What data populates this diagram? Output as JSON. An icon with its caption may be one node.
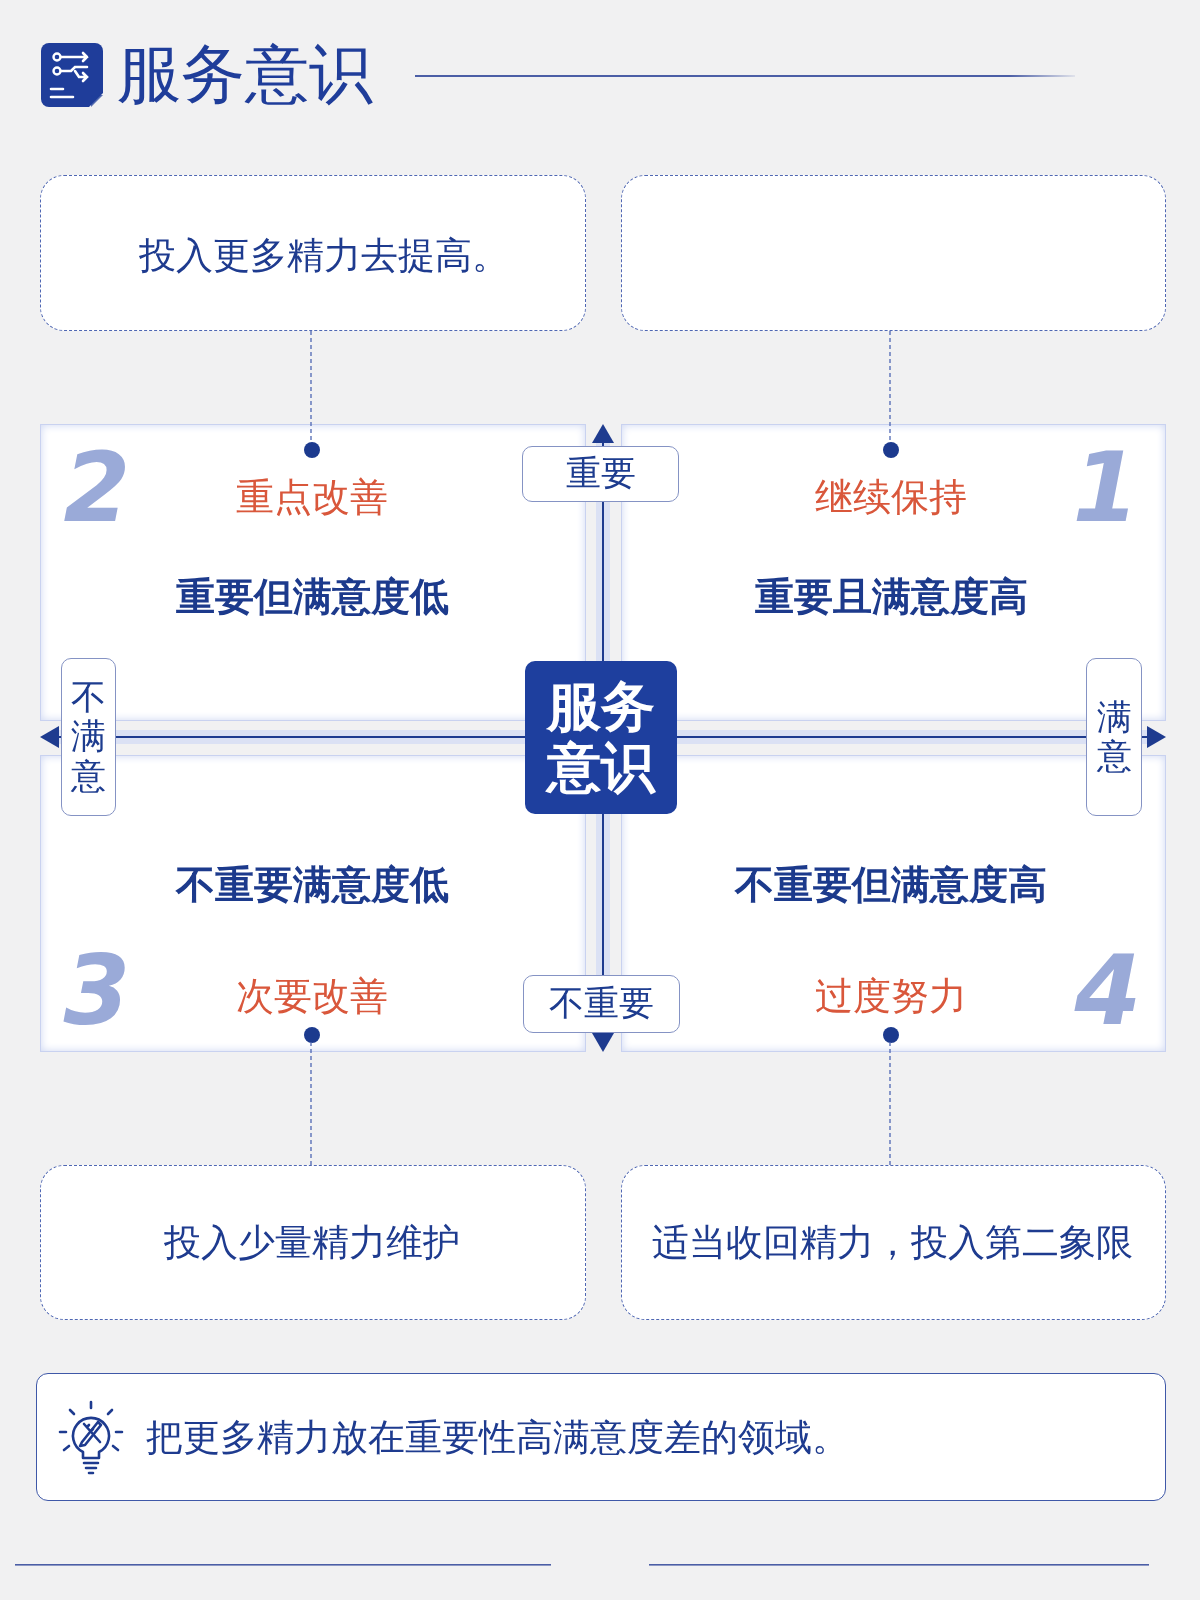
{
  "diagram": {
    "title": "服务意识",
    "nodes": [
      {
        "text": [
          "投入更多精力去提高。"
        ]
      },
      {
        "text": [],
        "shape": "box"
      },
      {
        "text": [
          "2",
          "重点改善",
          "重要但满意度低"
        ]
      },
      {
        "text": [],
        "shape": "circle",
        "in": 2
      },
      {
        "text": [
          "重要"
        ]
      },
      {
        "text": [
          "继续保持",
          "1",
          "重要且满意度高"
        ]
      },
      {
        "text": [],
        "shape": "circle",
        "in": 5
      },
      {
        "text": [
          "不满意"
        ]
      },
      {
        "text": [
          "服务意识"
        ]
      },
      {
        "text": [
          "满意"
        ]
      },
      {
        "text": [
          "不重要满意度低",
          "3",
          "次要改善"
        ]
      },
      {
        "text": [],
        "shape": "circle",
        "in": 10
      },
      {
        "text": [
          "不重要"
        ]
      },
      {
        "text": [
          "不重要但满意度高",
          "过度努力",
          "4"
        ]
      },
      {
        "text": [],
        "shape": "circle",
        "in": 13
      },
      {
        "text": [
          "投入少量精力维护"
        ]
      },
      {
        "text": [
          "适当收回精力，投入第二象限"
        ]
      },
      {
        "text": [
          "把更多精力放在重要性高满意度差的领域。"
        ]
      }
    ],
    "edges": [
      {
        "from": 0,
        "to": 3,
        "arrow": "none",
        "style": "dashed"
      },
      {
        "from": 1,
        "to": 6,
        "arrow": "none",
        "style": "dashed"
      },
      {
        "from": 15,
        "to": 11,
        "arrow": "none",
        "style": "dashed"
      },
      {
        "from": 16,
        "to": 14,
        "arrow": "none",
        "style": "dashed"
      }
    ]
  }
}
